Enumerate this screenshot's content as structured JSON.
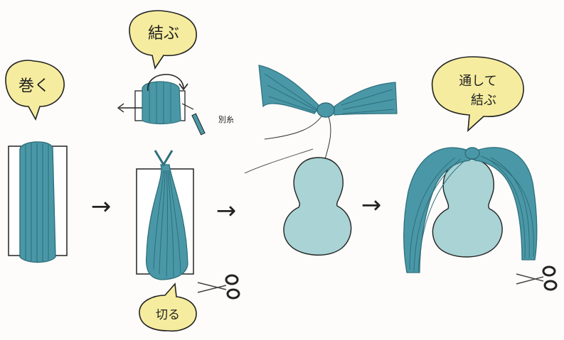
{
  "bubbles": {
    "wind": "巻く",
    "tie": "結ぶ",
    "cut": "切る",
    "thread_tie_1": "通して",
    "thread_tie_2": "結ぶ"
  },
  "side_note": "別糸",
  "arrows": [
    "→",
    "→",
    "→"
  ],
  "colors": {
    "yarn": "#4a98a7",
    "yarn_dark": "#2e6f7c",
    "body": "#a9d3d5",
    "bubble": "#f5ec9f",
    "outline": "#222222"
  },
  "icons": [
    "scissors-icon",
    "scissors-icon"
  ]
}
